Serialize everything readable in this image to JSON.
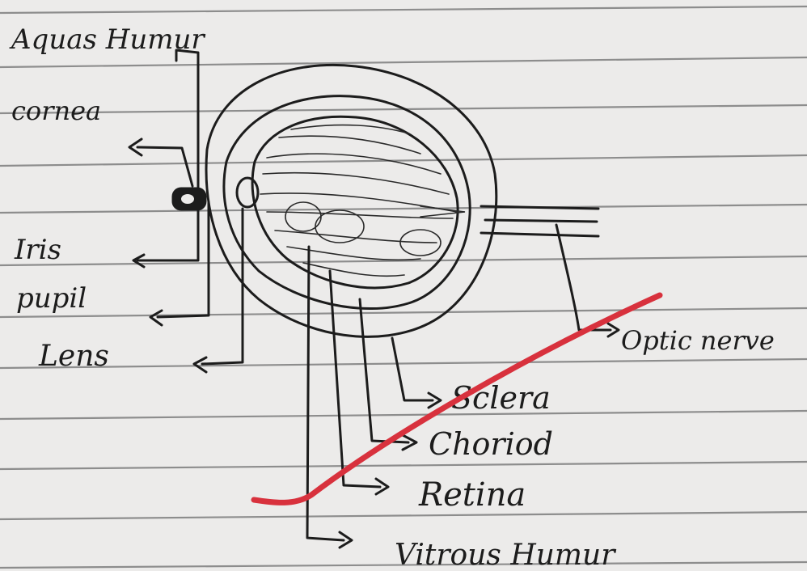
{
  "labels": {
    "aqueous_humour": "Aquas Humur",
    "cornea": "cornea",
    "iris": "Iris",
    "pupil": "pupil",
    "lens": "Lens",
    "optic_nerve": "Optic nerve",
    "sclera": "Sclera",
    "choroid": "Choriod",
    "retina": "Retina",
    "vitreous_humour": "Vitrous Humur"
  },
  "colors": {
    "paper": "#ecebea",
    "ink": "#1c1c1c",
    "ruling": "#8d8d8d",
    "cross_out": "#d8313d"
  }
}
